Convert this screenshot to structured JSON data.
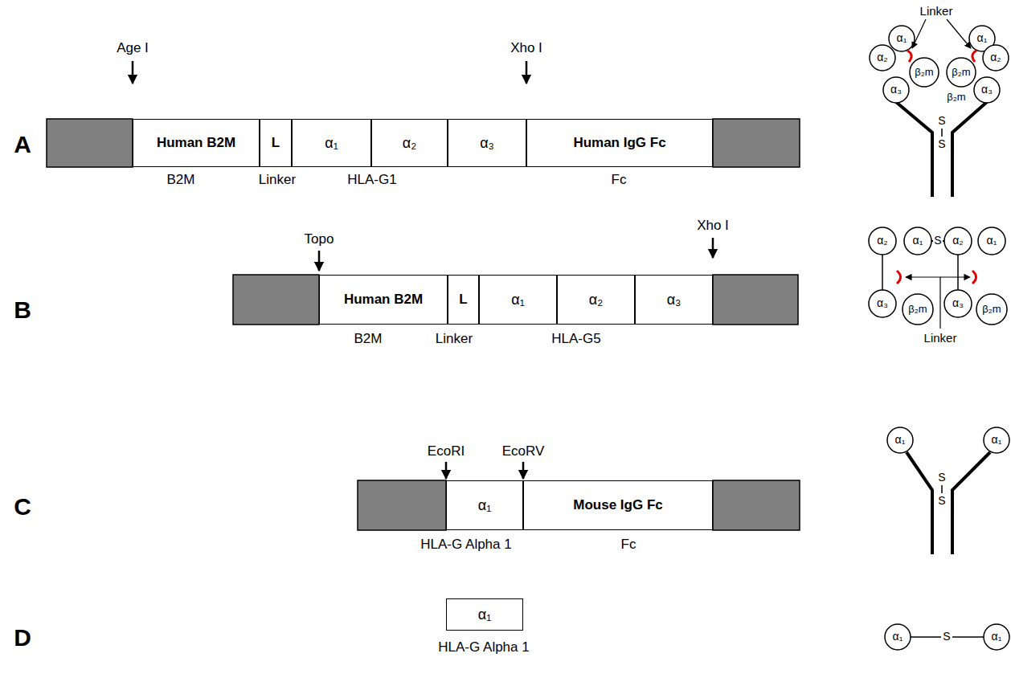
{
  "diagram": {
    "nodes": [
      {
        "text": [
          "Human B2M"
        ]
      },
      {
        "text": [
          "L"
        ]
      },
      {
        "text": [
          "α₁"
        ]
      },
      {
        "text": [
          "α₂"
        ]
      },
      {
        "text": [
          "α₃"
        ]
      },
      {
        "text": [
          "Human IgG Fc"
        ]
      },
      {
        "text": [
          "Human B2M"
        ]
      },
      {
        "text": [
          "L"
        ]
      },
      {
        "text": [
          "α₁"
        ]
      },
      {
        "text": [
          "α₂"
        ]
      },
      {
        "text": [
          "α₃"
        ]
      },
      {
        "text": [
          "α₁"
        ]
      },
      {
        "text": [
          "Mouse IgG Fc"
        ]
      },
      {
        "text": [
          "α₁"
        ]
      }
    ],
    "labels": [
      "A",
      "Age I",
      "Xho I",
      "B2M",
      "Linker",
      "HLA-G1",
      "Fc",
      "Linker",
      "α₁",
      "α₁",
      "α₂",
      "β₂m",
      "β₂m",
      "α₂",
      "β₂m",
      "α₃",
      "α₃",
      "S",
      "S",
      "B",
      "Topo",
      "Xho I",
      "B2M",
      "Linker",
      "HLA-G5",
      "α₂",
      "α₁",
      "S",
      "α₂",
      "α₁",
      "α₃",
      "β₂m",
      "α₃",
      "β₂m",
      "Linker",
      "C",
      "EcoRI",
      "EcoRV",
      "HLA-G Alpha 1",
      "Fc",
      "α₁",
      "α₁",
      "S",
      "S",
      "D",
      "HLA-G Alpha 1",
      "α₁",
      "S",
      "α₁"
    ]
  }
}
